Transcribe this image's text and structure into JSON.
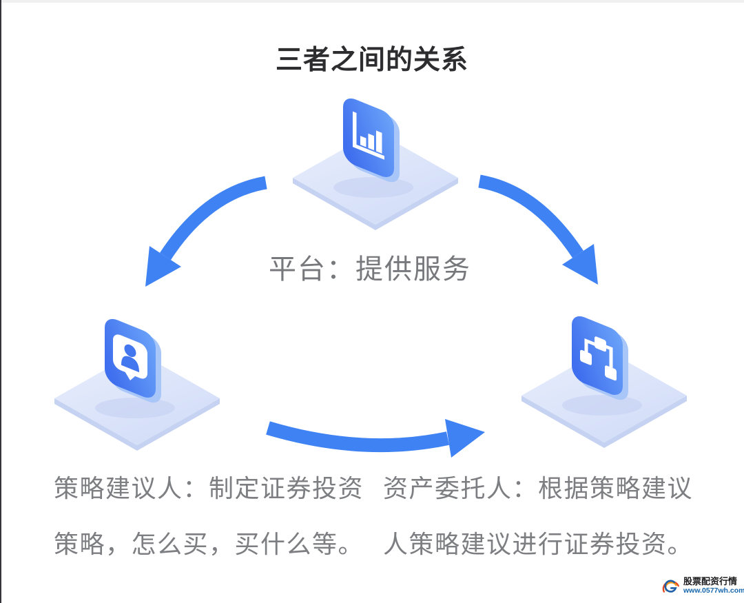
{
  "frame": {
    "title": "三者之间的关系"
  },
  "diagram": {
    "platform": {
      "label": "平台：提供服务",
      "icon": "bar-chart-icon"
    },
    "advisor": {
      "icon": "person-bubble-icon",
      "line1": "策略建议人：制定证券投资",
      "line2": "策略，怎么买，买什么等。"
    },
    "trustor": {
      "icon": "org-flow-icon",
      "line1": "资产委托人：根据策略建议",
      "line2": "人策略建议进行证券投资。"
    }
  },
  "watermark": {
    "brand": "股票配资行情",
    "site": "www.0577wh.com"
  },
  "colors": {
    "arrow_blue": "#3E82F4",
    "tile_dark": "#3F6FEE",
    "tile_light": "#6BA3F9",
    "tile_side": "#A9C6F8",
    "platform_top": "#E9EEFC",
    "platform_bottom": "#D2DDF8",
    "platform_edge": "#C6D2F1",
    "title_text": "#2D2D2F",
    "body_text": "#7D7E81",
    "watermark_brand_text": "#1C1C1E",
    "watermark_site_text": "#1566AD"
  }
}
